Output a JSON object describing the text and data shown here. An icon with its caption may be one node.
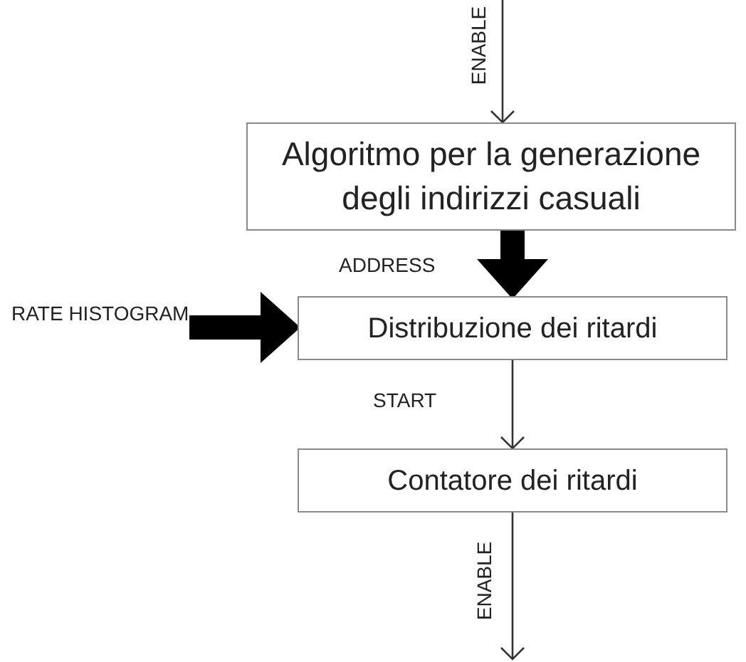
{
  "diagram": {
    "nodes": [
      {
        "text": [
          "Algoritmo per la generazione degli indirizzi casuali"
        ]
      },
      {
        "text": [
          "Distribuzione dei ritardi"
        ]
      },
      {
        "text": [
          "Contatore dei ritardi"
        ]
      },
      {
        "text": [
          "RATE HISTOGRAM"
        ]
      }
    ],
    "edges": [
      {
        "from": null,
        "to": 0,
        "arrow": "to",
        "label": "ENABLE"
      },
      {
        "from": 0,
        "to": 1,
        "arrow": "to",
        "label": "ADDRESS",
        "style": "thick"
      },
      {
        "from": 3,
        "to": 1,
        "arrow": "to",
        "style": "thick"
      },
      {
        "from": 1,
        "to": 2,
        "arrow": "to",
        "label": "START"
      },
      {
        "from": 2,
        "to": null,
        "arrow": "to",
        "label": "ENABLE"
      }
    ]
  }
}
